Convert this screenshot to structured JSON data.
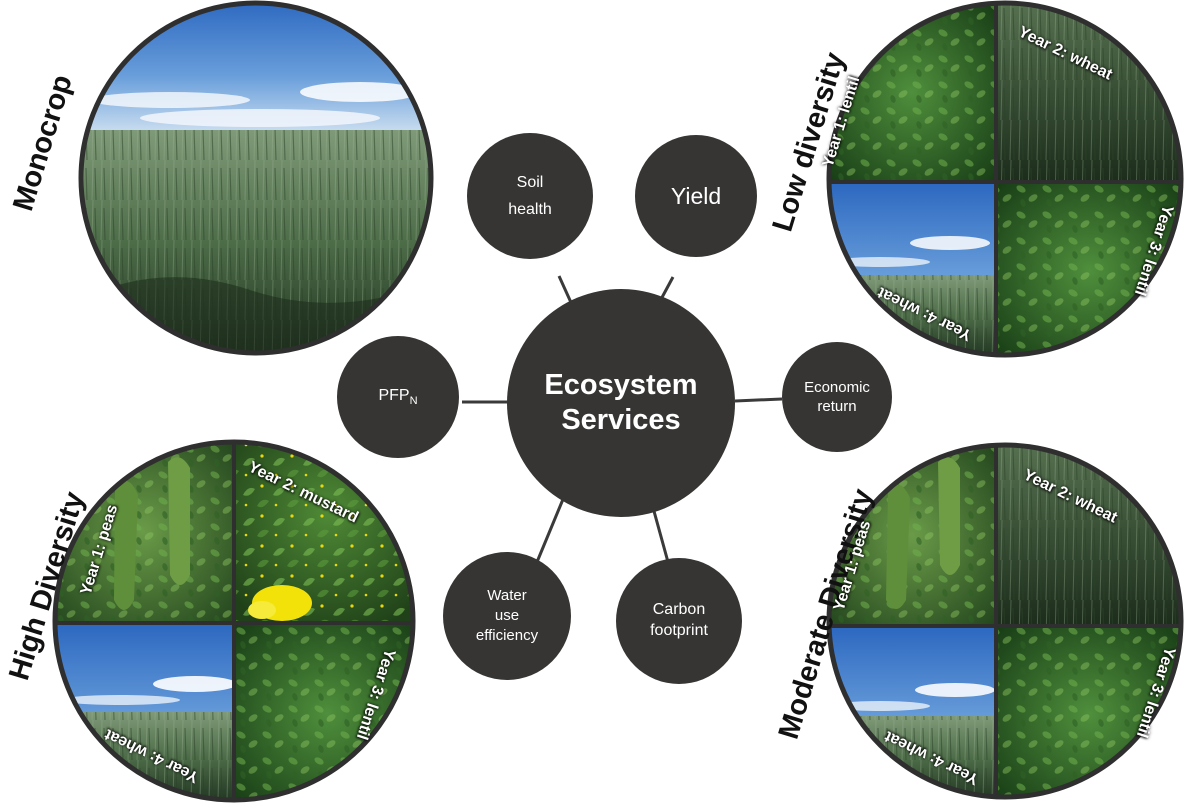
{
  "center": {
    "line1": "Ecosystem",
    "line2": "Services"
  },
  "services": {
    "soil_health": {
      "line1": "Soil",
      "line2": "health"
    },
    "yield": {
      "label": "Yield"
    },
    "pfpn": {
      "base": "PFP",
      "sub": "N"
    },
    "economic_return": {
      "line1": "Economic",
      "line2": "return"
    },
    "water_use_efficiency": {
      "line1": "Water",
      "line2": "use",
      "line3": "efficiency"
    },
    "carbon_footprint": {
      "line1": "Carbon",
      "line2": "footprint"
    }
  },
  "systems": {
    "monocrop": {
      "title": "Monocrop"
    },
    "low_diversity": {
      "title": "Low diversity",
      "year1": "Year 1: lentil",
      "year2": "Year 2: wheat",
      "year3": "Year 3: lentil",
      "year4": "Year 4: wheat"
    },
    "high_diversity": {
      "title": "High Diversity",
      "year1": "Year 1: peas",
      "year2": "Year 2: mustard",
      "year3": "Year 3: lentil",
      "year4": "Year 4: wheat"
    },
    "moderate_diversity": {
      "title": "Moderate Diversity",
      "year1": "Year 1: peas",
      "year2": "Year 2: wheat",
      "year3": "Year 3: lentil",
      "year4": "Year 4: wheat"
    }
  },
  "colors": {
    "node_fill": "#363534",
    "ring": "#2f2f2f",
    "connector": "#3a3a3a",
    "sky_top": "#2f6fc4",
    "sky_bottom": "#bcd6ee",
    "wheat": "#5e7a55",
    "lentil": "#2f6a2a",
    "peas": "#3f7a34",
    "mustard_flower": "#f2e20a"
  }
}
